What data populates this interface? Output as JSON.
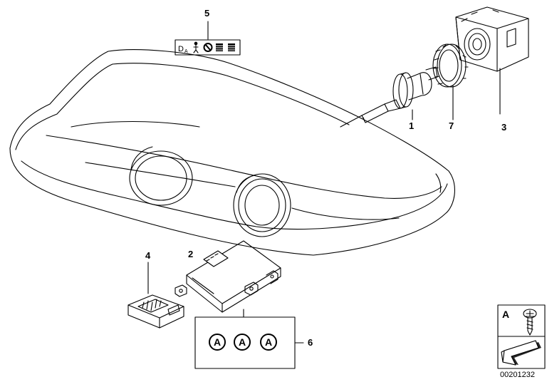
{
  "callouts": {
    "part_1": "1",
    "part_2": "2",
    "part_3": "3",
    "part_4": "4",
    "part_5": "5",
    "part_6": "6",
    "part_7": "7"
  },
  "label_5_symbols": [
    "D",
    "A"
  ],
  "kit_6": {
    "items": [
      "A",
      "A",
      "A"
    ]
  },
  "key": {
    "letter": "A"
  },
  "reference_code": "00201232"
}
